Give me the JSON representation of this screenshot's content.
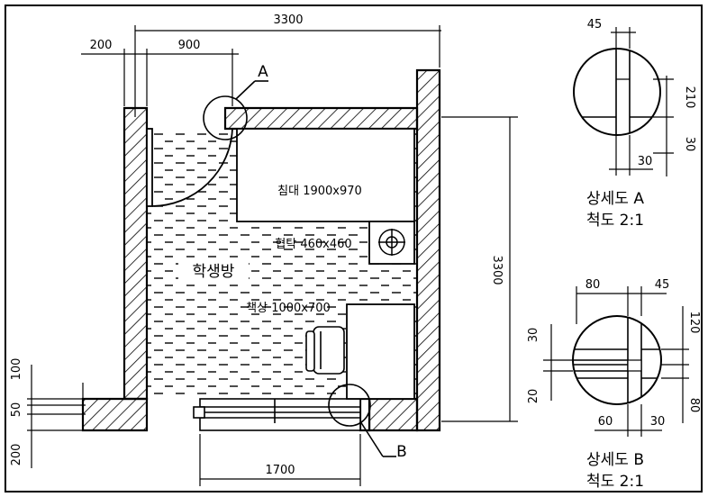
{
  "plan": {
    "total_width": "3300",
    "left_offset": "200",
    "door_width": "900",
    "total_height": "3300",
    "bottom_opening": "1700",
    "left_bottom_dims": [
      "100",
      "50",
      "200"
    ],
    "room_name": "학생방",
    "bed": "침대 1900x970",
    "side_table": "협탁 460x460",
    "desk": "책상 1000x700",
    "callout_a": "A",
    "callout_b": "B"
  },
  "detail_a": {
    "top": "45",
    "right_upper": "210",
    "right_lower": "30",
    "bottom": "30",
    "title": "상세도 A",
    "scale": "척도 2:1"
  },
  "detail_b": {
    "top_left": "80",
    "top_right": "45",
    "right_upper": "120",
    "right_lower": "80",
    "left_upper": "30",
    "left_lower": "20",
    "bottom_left": "60",
    "bottom_right": "30",
    "title": "상세도 B",
    "scale": "척도 2:1"
  }
}
